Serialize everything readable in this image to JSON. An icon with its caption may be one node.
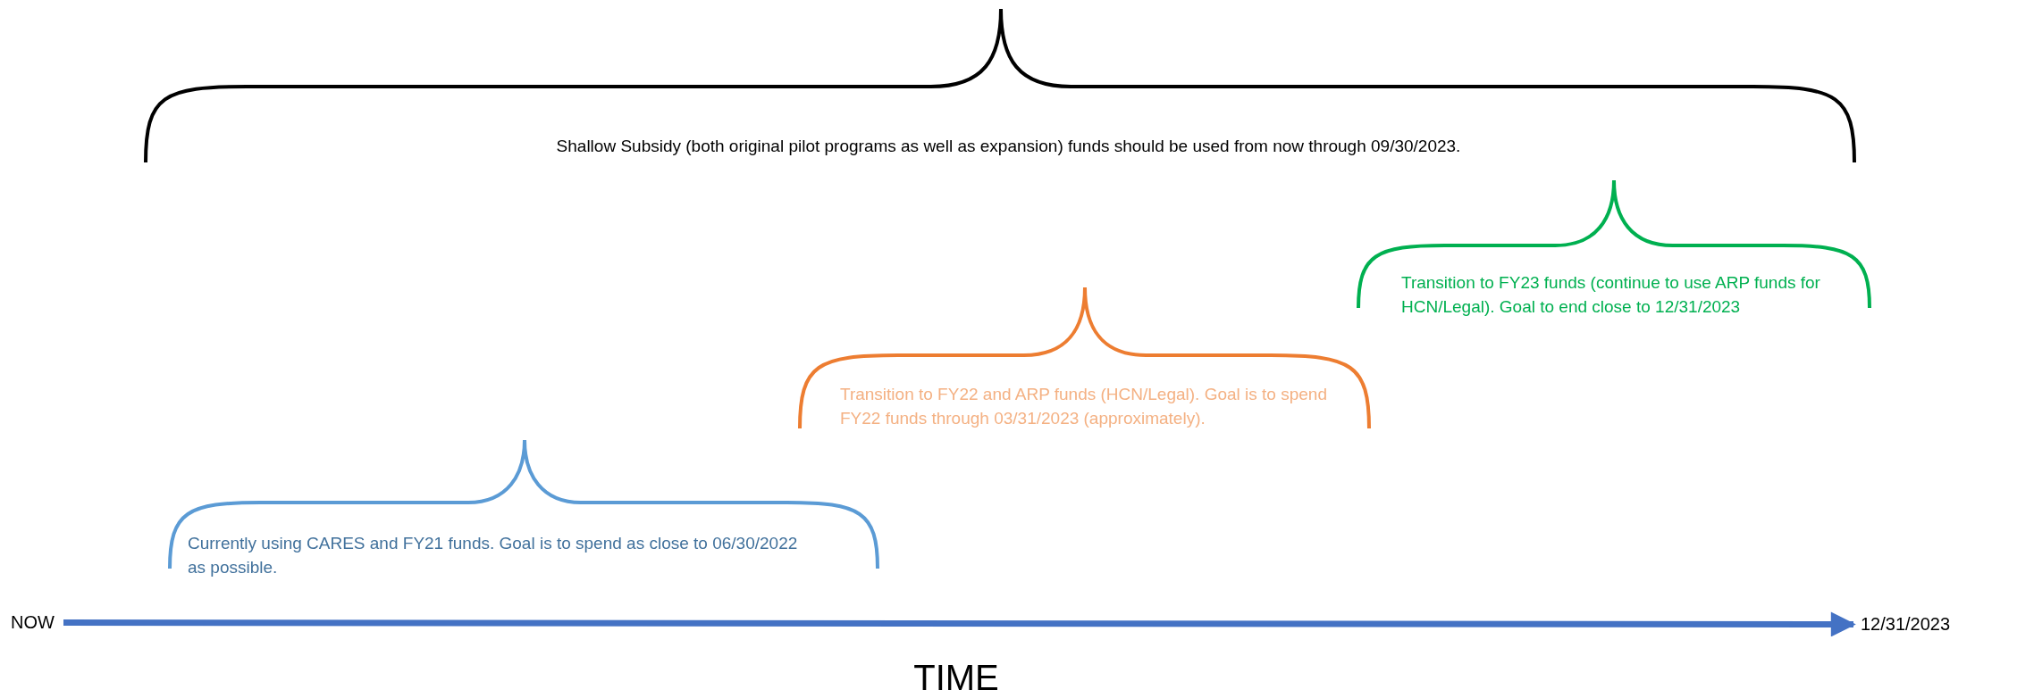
{
  "diagram": {
    "nodes": [
      {
        "text": [
          "NOW"
        ]
      },
      {
        "text": [
          "12/31/2023"
        ]
      }
    ],
    "edges": [
      {
        "from": 0,
        "to": 1,
        "arrow": "to"
      }
    ],
    "labels": [
      "Shallow Subsidy (both original pilot programs as well as expansion) funds should be used from now through 09/30/2023.",
      "Transition to FY23 funds (continue to use ARP funds for HCN/Legal). Goal to end close to 12/31/2023",
      "Transition to FY22 and ARP funds (HCN/Legal). Goal is to spend FY22 funds through 03/31/2023 (approximately).",
      "Currently using CARES and FY21 funds. Goal is to spend as close to 06/30/2022 as possible.",
      "TIME"
    ]
  }
}
